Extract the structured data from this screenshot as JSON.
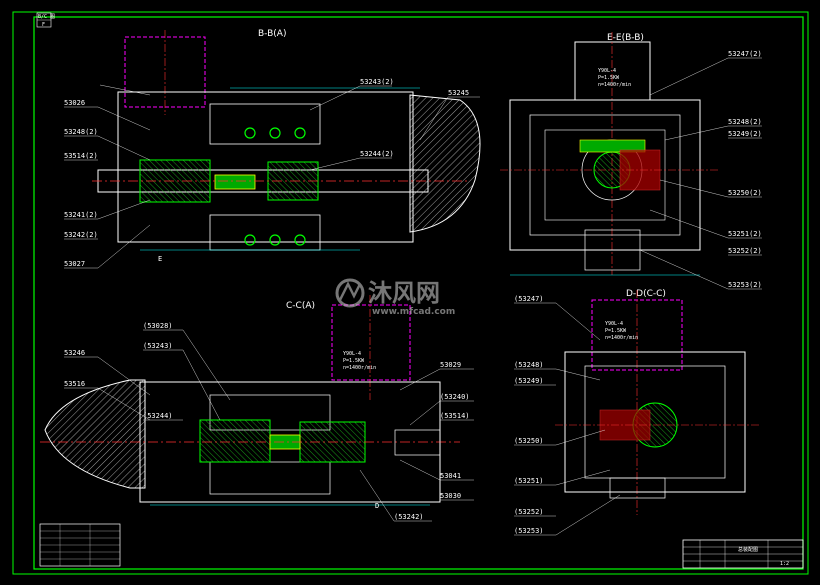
{
  "colors": {
    "background": "#000000",
    "frame": "#00ff00",
    "outline": "#ffffff",
    "hidden": "#ff00ff",
    "hatch": "#c0c0c0",
    "center": "#ff3030",
    "dim": "#00ffff",
    "accent": "#ffff00"
  },
  "stamp": {
    "line1": "B/C 图",
    "line2": "F"
  },
  "views": {
    "bb": {
      "title": "B-B(A)"
    },
    "ee": {
      "title": "E-E(B-B)"
    },
    "cc": {
      "title": "C-C(A)"
    },
    "dd": {
      "title": "D-D(C-C)"
    }
  },
  "labels": {
    "l53026": "53026",
    "l53248": "53248(2)",
    "l53514": "53514(2)",
    "l53241": "53241(2)",
    "l53242": "53242(2)",
    "l53027": "53027",
    "l53245": "53245",
    "l53243": "53243(2)",
    "l53244": "53244(2)",
    "l53247": "53247(2)",
    "l53249": "53249(2)",
    "l53250": "53250(2)",
    "l53251": "53251(2)",
    "l53252": "53252(2)",
    "l53253": "53253(2)",
    "l53246": "53246",
    "l53516": "53516",
    "l53028": "(53028)",
    "l53243b": "(53243)",
    "l53244b": "(53244)",
    "l53029": "53029",
    "l53240": "(53240)",
    "l53514b": "(53514)",
    "l53041": "53041",
    "l53030": "53030",
    "l53242b": "(53242)",
    "l53247b": "(53247)",
    "l53248b": "(53248)",
    "l53249b": "(53249)",
    "l53250b": "(53250)",
    "l53251b": "(53251)",
    "l53252b": "(53252)",
    "l53253b": "(53253)"
  },
  "motor": {
    "a": "Y90L-4",
    "b": "P=1.5KW",
    "c": "n=1400r/min"
  },
  "section_mark": "E",
  "view_mark": "D",
  "watermark": {
    "cn": "沐风网",
    "url": "www.mfcad.com"
  },
  "titleblock": {
    "name": "总装配图",
    "scale": "1:2"
  }
}
